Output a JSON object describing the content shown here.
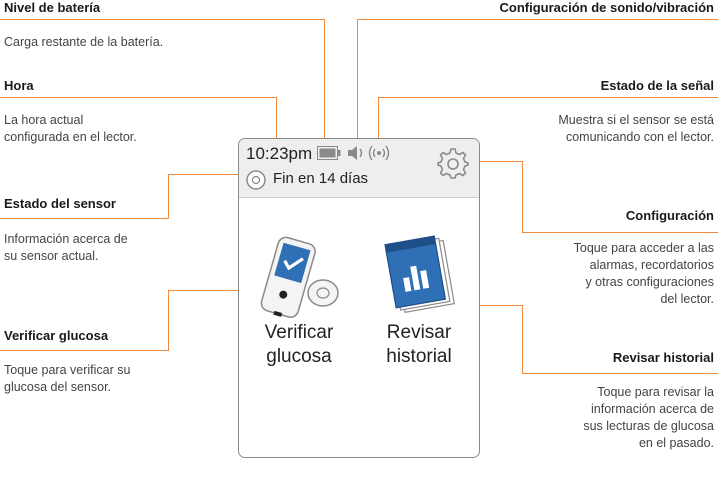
{
  "callouts": {
    "battery": {
      "title": "Nivel de batería",
      "desc": "Carga restante de la batería."
    },
    "time": {
      "title": "Hora",
      "desc_lines": [
        "La hora actual",
        "configurada en el lector."
      ]
    },
    "sensor_status": {
      "title": "Estado del sensor",
      "desc_lines": [
        "Información acerca de",
        "su sensor actual."
      ]
    },
    "check_glucose": {
      "title": "Verificar glucosa",
      "desc_lines": [
        "Toque para verificar su",
        "glucosa del sensor."
      ]
    },
    "sound": {
      "title": "Configuración de sonido/vibración"
    },
    "signal": {
      "title": "Estado de la señal",
      "desc_lines": [
        "Muestra si el sensor se está",
        "comunicando con el lector."
      ]
    },
    "settings": {
      "title": "Configuración",
      "desc_lines": [
        "Toque para acceder a las",
        "alarmas, recordatorios",
        "y otras configuraciones",
        "del lector."
      ]
    },
    "history": {
      "title": "Revisar historial",
      "desc_lines": [
        "Toque para revisar la",
        "información acerca de",
        "sus lecturas de glucosa",
        "en el pasado."
      ]
    }
  },
  "device": {
    "time": "10:23pm",
    "sensor_status": "Fin en 14 días",
    "check_button": {
      "line1": "Verificar",
      "line2": "glucosa"
    },
    "history_button": {
      "line1": "Revisar",
      "line2": "historial"
    }
  },
  "colors": {
    "callout_line": "#f08a3c",
    "icon_blue": "#2f6fb5",
    "header_bg": "#eeeeee"
  },
  "icons": [
    "battery-icon",
    "speaker-icon",
    "signal-icon",
    "gear-icon",
    "sensor-icon",
    "reader-icon",
    "logbook-icon"
  ]
}
